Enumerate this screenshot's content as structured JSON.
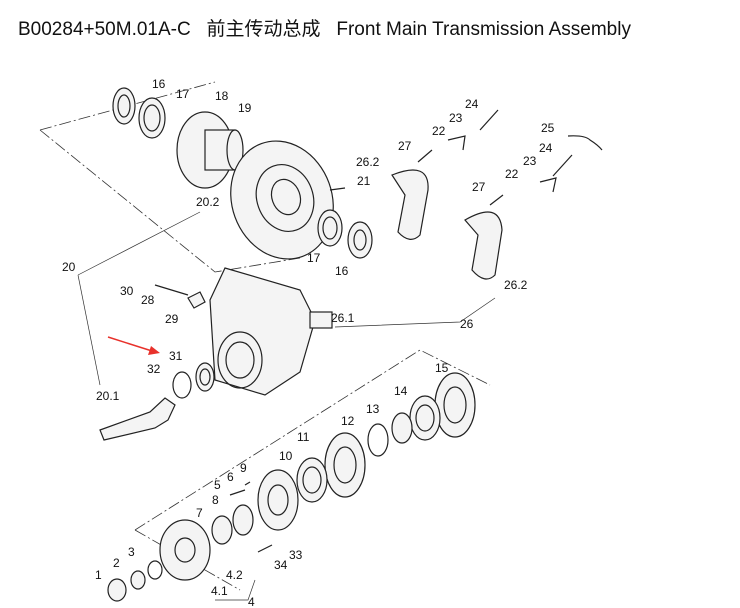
{
  "title": "B00284+50M.01A-C   前主传动总成   Front Main Transmission Assembly",
  "callouts": [
    "16",
    "17",
    "18",
    "19",
    "20.2",
    "21",
    "17",
    "16",
    "20",
    "30",
    "28",
    "29",
    "26.1",
    "26",
    "26.2",
    "27",
    "22",
    "23",
    "24",
    "25",
    "23",
    "24",
    "22",
    "27",
    "26.2",
    "31",
    "32",
    "20.1",
    "15",
    "14",
    "13",
    "12",
    "11",
    "10",
    "9",
    "6",
    "5",
    "8",
    "7",
    "3",
    "2",
    "1",
    "4.2",
    "4.1",
    "4",
    "33",
    "34"
  ],
  "colors": {
    "arrow": "#e8312b",
    "line": "#222222"
  }
}
